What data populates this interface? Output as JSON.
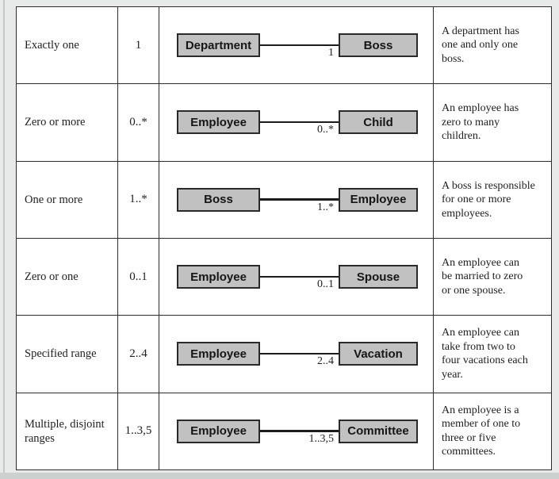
{
  "figure": {
    "title": "uml-multiplicity-notation-table",
    "row_count": 6
  },
  "colors": {
    "page_background": "#e8eae9",
    "table_background": "#ffffff",
    "table_border": "#2d2d2d",
    "class_box_fill": "#c1c1c1",
    "class_box_border": "#2a2a2a",
    "text": "#1e1e1e",
    "bottom_shade": "#ccd0cf"
  },
  "rows": [
    {
      "meaning": "Exactly one",
      "notation": "1",
      "left_box": "Department",
      "right_box": "Boss",
      "line_label": "1",
      "description": "A department has\none and only one\nboss."
    },
    {
      "meaning": "Zero or more",
      "notation": "0..*",
      "left_box": "Employee",
      "right_box": "Child",
      "line_label": "0..*",
      "description": "An employee has\nzero to many\nchildren."
    },
    {
      "meaning": "One or more",
      "notation": "1..*",
      "left_box": "Boss",
      "right_box": "Employee",
      "line_label": "1..*",
      "description": "A boss is responsible\nfor one or more\nemployees."
    },
    {
      "meaning": "Zero or one",
      "notation": "0..1",
      "left_box": "Employee",
      "right_box": "Spouse",
      "line_label": "0..1",
      "description": "An employee can\nbe married to zero\nor one spouse."
    },
    {
      "meaning": "Specified range",
      "notation": "2..4",
      "left_box": "Employee",
      "right_box": "Vacation",
      "line_label": "2..4",
      "description": "An employee can\ntake from two to\nfour vacations each\nyear."
    },
    {
      "meaning": "Multiple, disjoint\nranges",
      "notation": "1..3,5",
      "left_box": "Employee",
      "right_box": "Committee",
      "line_label": "1..3,5",
      "description": "An employee is a\nmember of one to\nthree or five\ncommittees."
    }
  ]
}
